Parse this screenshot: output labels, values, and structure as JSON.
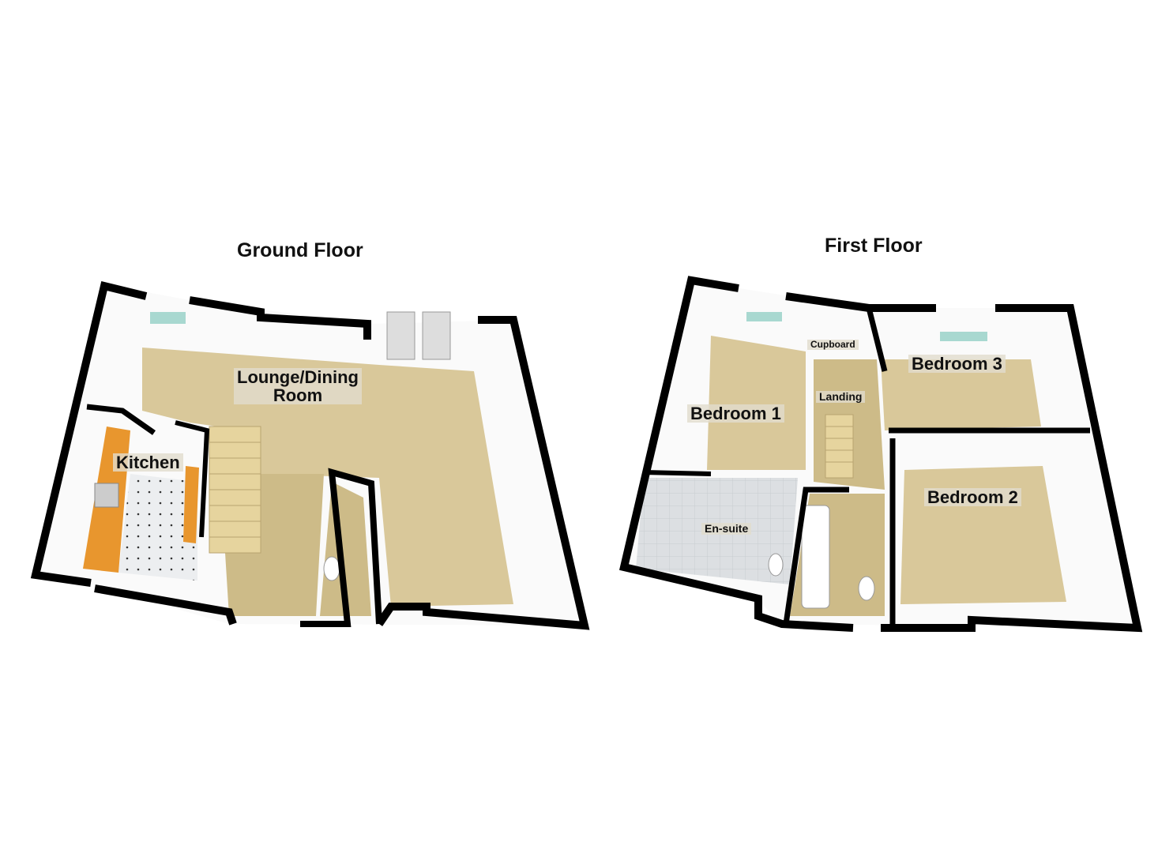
{
  "ground_floor": {
    "title": "Ground Floor",
    "rooms": {
      "lounge_line1": "Lounge/Dining",
      "lounge_line2": "Room",
      "kitchen": "Kitchen"
    }
  },
  "first_floor": {
    "title": "First Floor",
    "rooms": {
      "bedroom1": "Bedroom 1",
      "bedroom2": "Bedroom 2",
      "bedroom3": "Bedroom 3",
      "landing": "Landing",
      "cupboard": "Cupboard",
      "ensuite": "En-suite"
    }
  },
  "colors": {
    "carpet": "#d9c89a",
    "wall": "#000000",
    "window": "#a8d8d0",
    "counter": "#e8962e",
    "tile": "#e6e8ea"
  }
}
